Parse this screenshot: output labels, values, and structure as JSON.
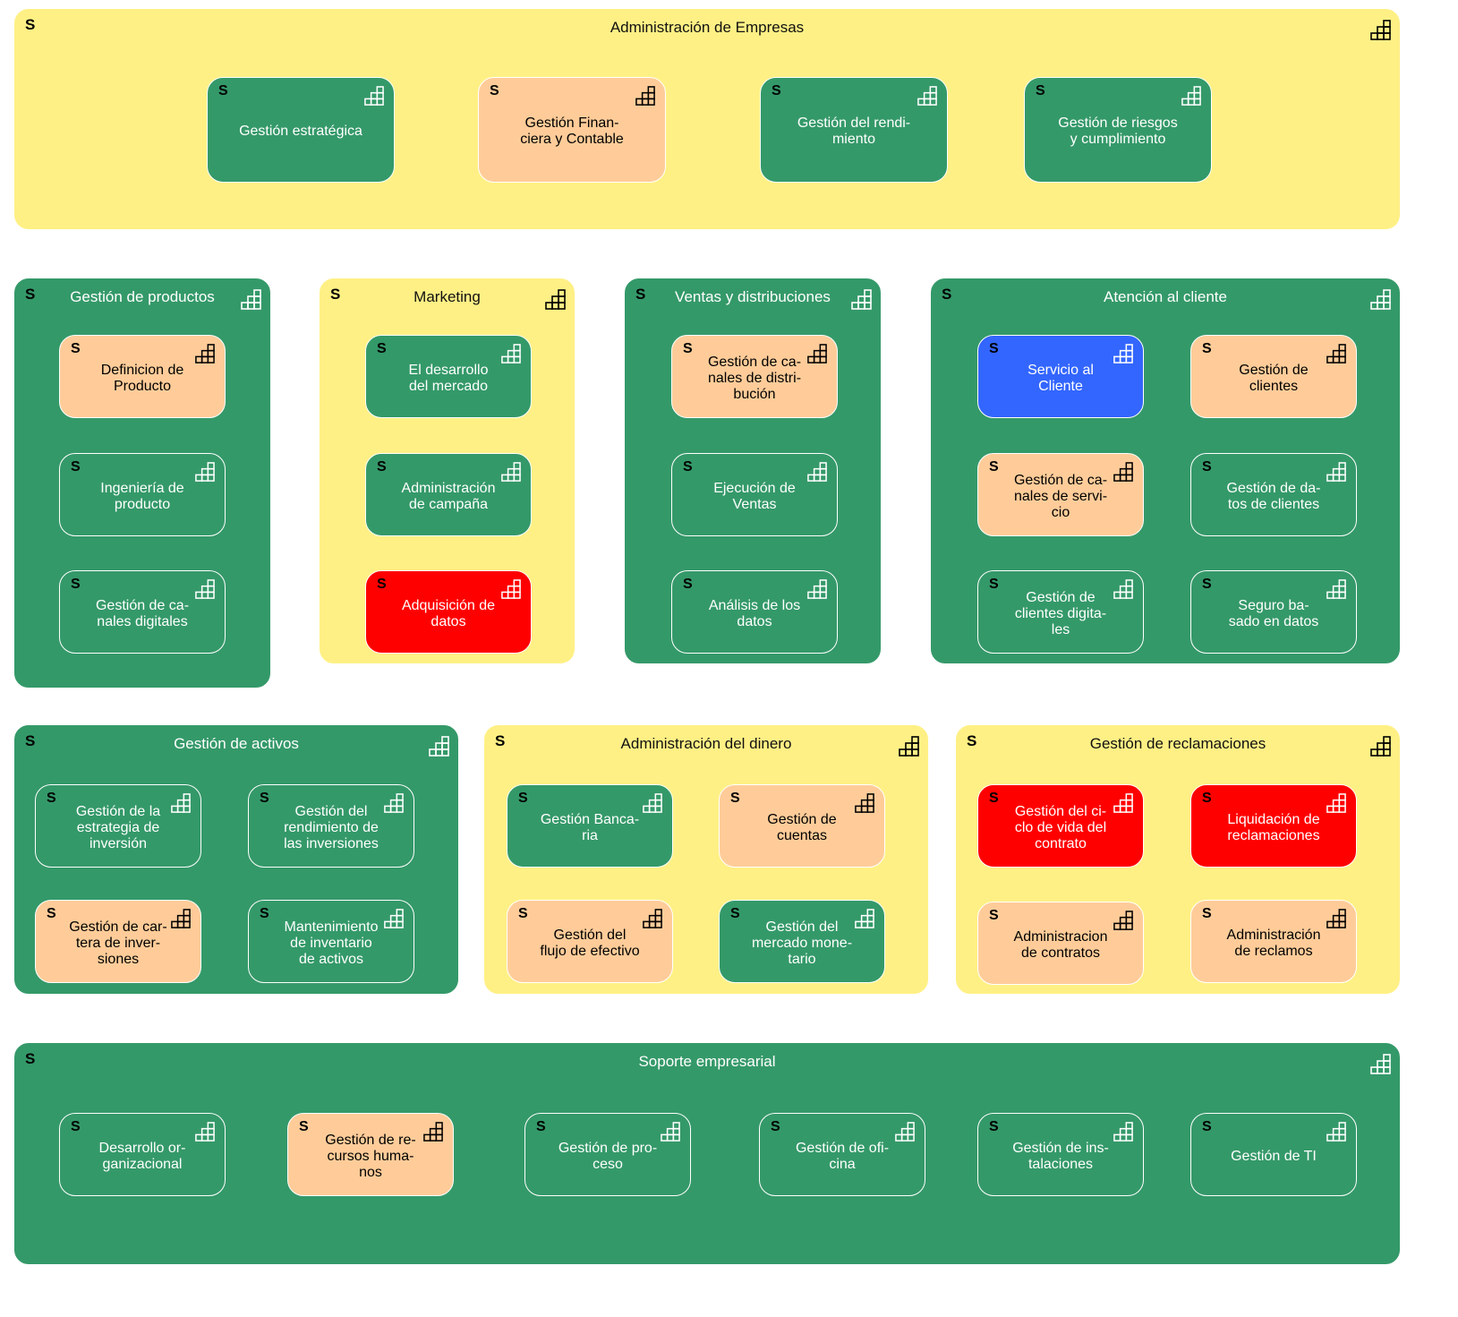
{
  "marker": "S",
  "icon": "capability-icon",
  "colors": {
    "yellow_group": "#fff085",
    "green": "#349969",
    "peach": "#ffcc99",
    "red": "#ff0000",
    "blue": "#3366ff",
    "border": "#ffffff"
  },
  "groups": {
    "admin": {
      "title": "Administración de Empresas",
      "items": [
        "Gestión estratégica",
        "Gestión Finan-\nciera y Contable",
        "Gestión del rendi-\nmiento",
        "Gestión de riesgos\ny cumplimiento"
      ]
    },
    "productos": {
      "title": "Gestión de productos",
      "items": [
        "Definicion de\nProducto",
        "Ingeniería de\nproducto",
        "Gestión de ca-\nnales digitales"
      ]
    },
    "marketing": {
      "title": "Marketing",
      "items": [
        "El desarrollo\ndel mercado",
        "Administración\nde campaña",
        "Adquisición de\ndatos"
      ]
    },
    "ventas": {
      "title": "Ventas y distribuciones",
      "items": [
        "Gestión de ca-\nnales de distri-\nbución",
        "Ejecución de\nVentas",
        "Análisis de los\ndatos"
      ]
    },
    "atencion": {
      "title": "Atención al cliente",
      "items": [
        "Servicio al\nCliente",
        "Gestión de\nclientes",
        "Gestión de ca-\nnales de servi-\ncio",
        "Gestión de da-\ntos de clientes",
        "Gestión de\nclientes digita-\nles",
        "Seguro ba-\nsado en datos"
      ]
    },
    "activos": {
      "title": "Gestión de activos",
      "items": [
        "Gestión de la\nestrategia de\ninversión",
        "Gestión del\nrendimiento de\nlas inversiones",
        "Gestión de car-\ntera de inver-\nsiones",
        "Mantenimiento\nde inventario\nde activos"
      ]
    },
    "dinero": {
      "title": "Administración del dinero",
      "items": [
        "Gestión Banca-\nria",
        "Gestión de\ncuentas",
        "Gestión del\nflujo de efectivo",
        "Gestión del\nmercado mone-\ntario"
      ]
    },
    "reclamaciones": {
      "title": "Gestión de reclamaciones",
      "items": [
        "Gestión del ci-\nclo de vida del\ncontrato",
        "Liquidación de\nreclamaciones",
        "Administracion\nde contratos",
        "Administración\nde reclamos"
      ]
    },
    "soporte": {
      "title": "Soporte empresarial",
      "items": [
        "Desarrollo or-\nganizacional",
        "Gestión de re-\ncursos huma-\nnos",
        "Gestión de pro-\nceso",
        "Gestión de ofi-\ncina",
        "Gestión de ins-\ntalaciones",
        "Gestión de TI"
      ]
    }
  }
}
